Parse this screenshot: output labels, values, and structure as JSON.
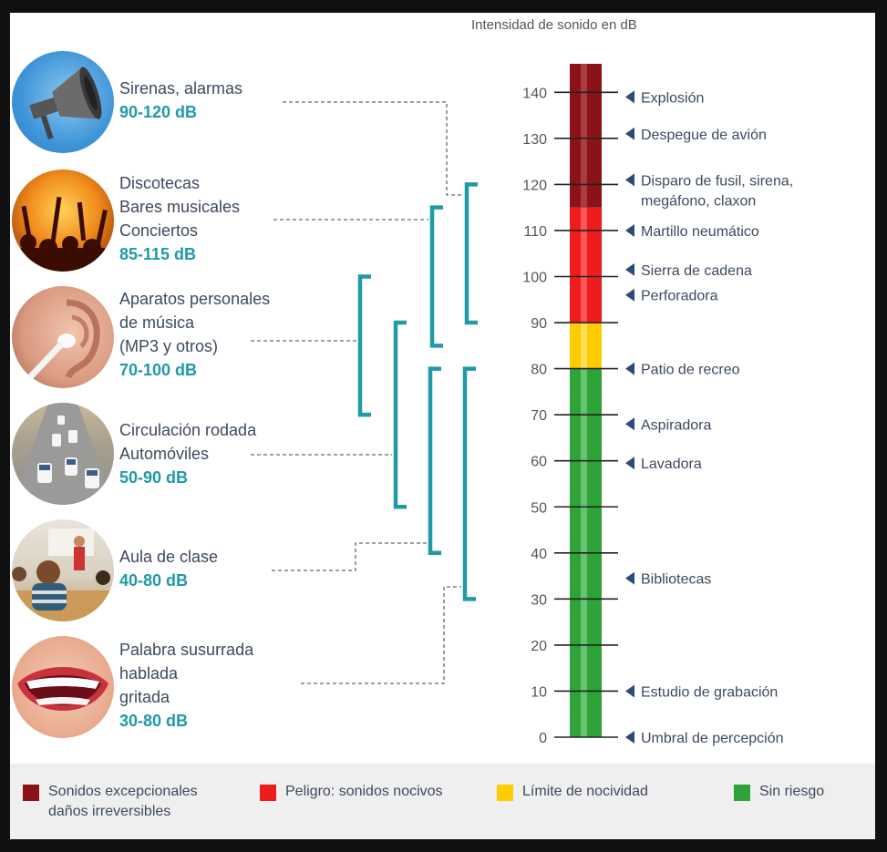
{
  "chart_data": {
    "type": "bar",
    "title": "Intensidad de sonido en dB",
    "scale": {
      "min": 0,
      "max": 140,
      "step": 10,
      "ticks": [
        "0",
        "10",
        "20",
        "30",
        "40",
        "50",
        "60",
        "70",
        "80",
        "90",
        "100",
        "110",
        "120",
        "130",
        "140"
      ]
    },
    "zones": [
      {
        "name": "Sin riesgo",
        "from": 0,
        "to": 80,
        "color": "#2ea33a",
        "highlight": "#7ccf7d"
      },
      {
        "name": "Límite de nocividad",
        "from": 80,
        "to": 90,
        "color": "#ffcc00",
        "highlight": "#ffe577"
      },
      {
        "name": "Peligro: sonidos nocivos",
        "from": 90,
        "to": 115,
        "color": "#ee1c1c",
        "highlight": "#ff6b6b"
      },
      {
        "name": "Sonidos excepcionales daños irreversibles",
        "from": 115,
        "to": 145,
        "color": "#8b1318",
        "highlight": "#b44a50"
      }
    ],
    "annotations": [
      {
        "label": "Explosión",
        "value": 139
      },
      {
        "label": "Despegue de avión",
        "value": 131
      },
      {
        "label": "Disparo de fusil, sirena,",
        "label2": "megáfono, claxon",
        "value": 121
      },
      {
        "label": "Martillo neumático",
        "value": 110
      },
      {
        "label": "Sierra de cadena",
        "value": 101.5
      },
      {
        "label": "Perforadora",
        "value": 96
      },
      {
        "label": "Patio de recreo",
        "value": 80
      },
      {
        "label": "Aspiradora",
        "value": 68
      },
      {
        "label": "Lavadora",
        "value": 59.5
      },
      {
        "label": "Bibliotecas",
        "value": 34.5
      },
      {
        "label": "Estudio de grabación",
        "value": 10
      },
      {
        "label": "Umbral de percepción",
        "value": 0
      }
    ],
    "categories": [
      {
        "lines": [
          "Sirenas, alarmas"
        ],
        "range_label": "90-120 dB",
        "min": 90,
        "max": 120,
        "icon": "siren-megaphone-icon"
      },
      {
        "lines": [
          "Discotecas",
          "Bares musicales",
          "Conciertos"
        ],
        "range_label": "85-115 dB",
        "min": 85,
        "max": 115,
        "icon": "concert-crowd-icon"
      },
      {
        "lines": [
          "Aparatos personales",
          "de música",
          "(MP3 y otros)"
        ],
        "range_label": "70-100 dB",
        "min": 70,
        "max": 100,
        "icon": "earphone-icon"
      },
      {
        "lines": [
          "Circulación rodada",
          "Automóviles"
        ],
        "range_label": "50-90 dB",
        "min": 50,
        "max": 90,
        "icon": "traffic-icon"
      },
      {
        "lines": [
          "Aula de clase"
        ],
        "range_label": "40-80 dB",
        "min": 40,
        "max": 80,
        "icon": "classroom-icon"
      },
      {
        "lines": [
          "Palabra susurrada",
          "hablada",
          "gritada"
        ],
        "range_label": "30-80 dB",
        "min": 30,
        "max": 80,
        "icon": "mouth-icon"
      }
    ]
  },
  "legend": [
    {
      "line1": "Sonidos excepcionales",
      "line2": "daños irreversibles",
      "color": "#8b1318"
    },
    {
      "line1": "Peligro: sonidos nocivos",
      "color": "#ee1c1c"
    },
    {
      "line1": "Límite de nocividad",
      "color": "#ffcc00"
    },
    {
      "line1": "Sin riesgo",
      "color": "#2ea33a"
    }
  ],
  "colors": {
    "accent": "#1f9aa6",
    "text": "#3d4a5c",
    "tick": "#555555",
    "arrow": "#2d4a7a"
  }
}
